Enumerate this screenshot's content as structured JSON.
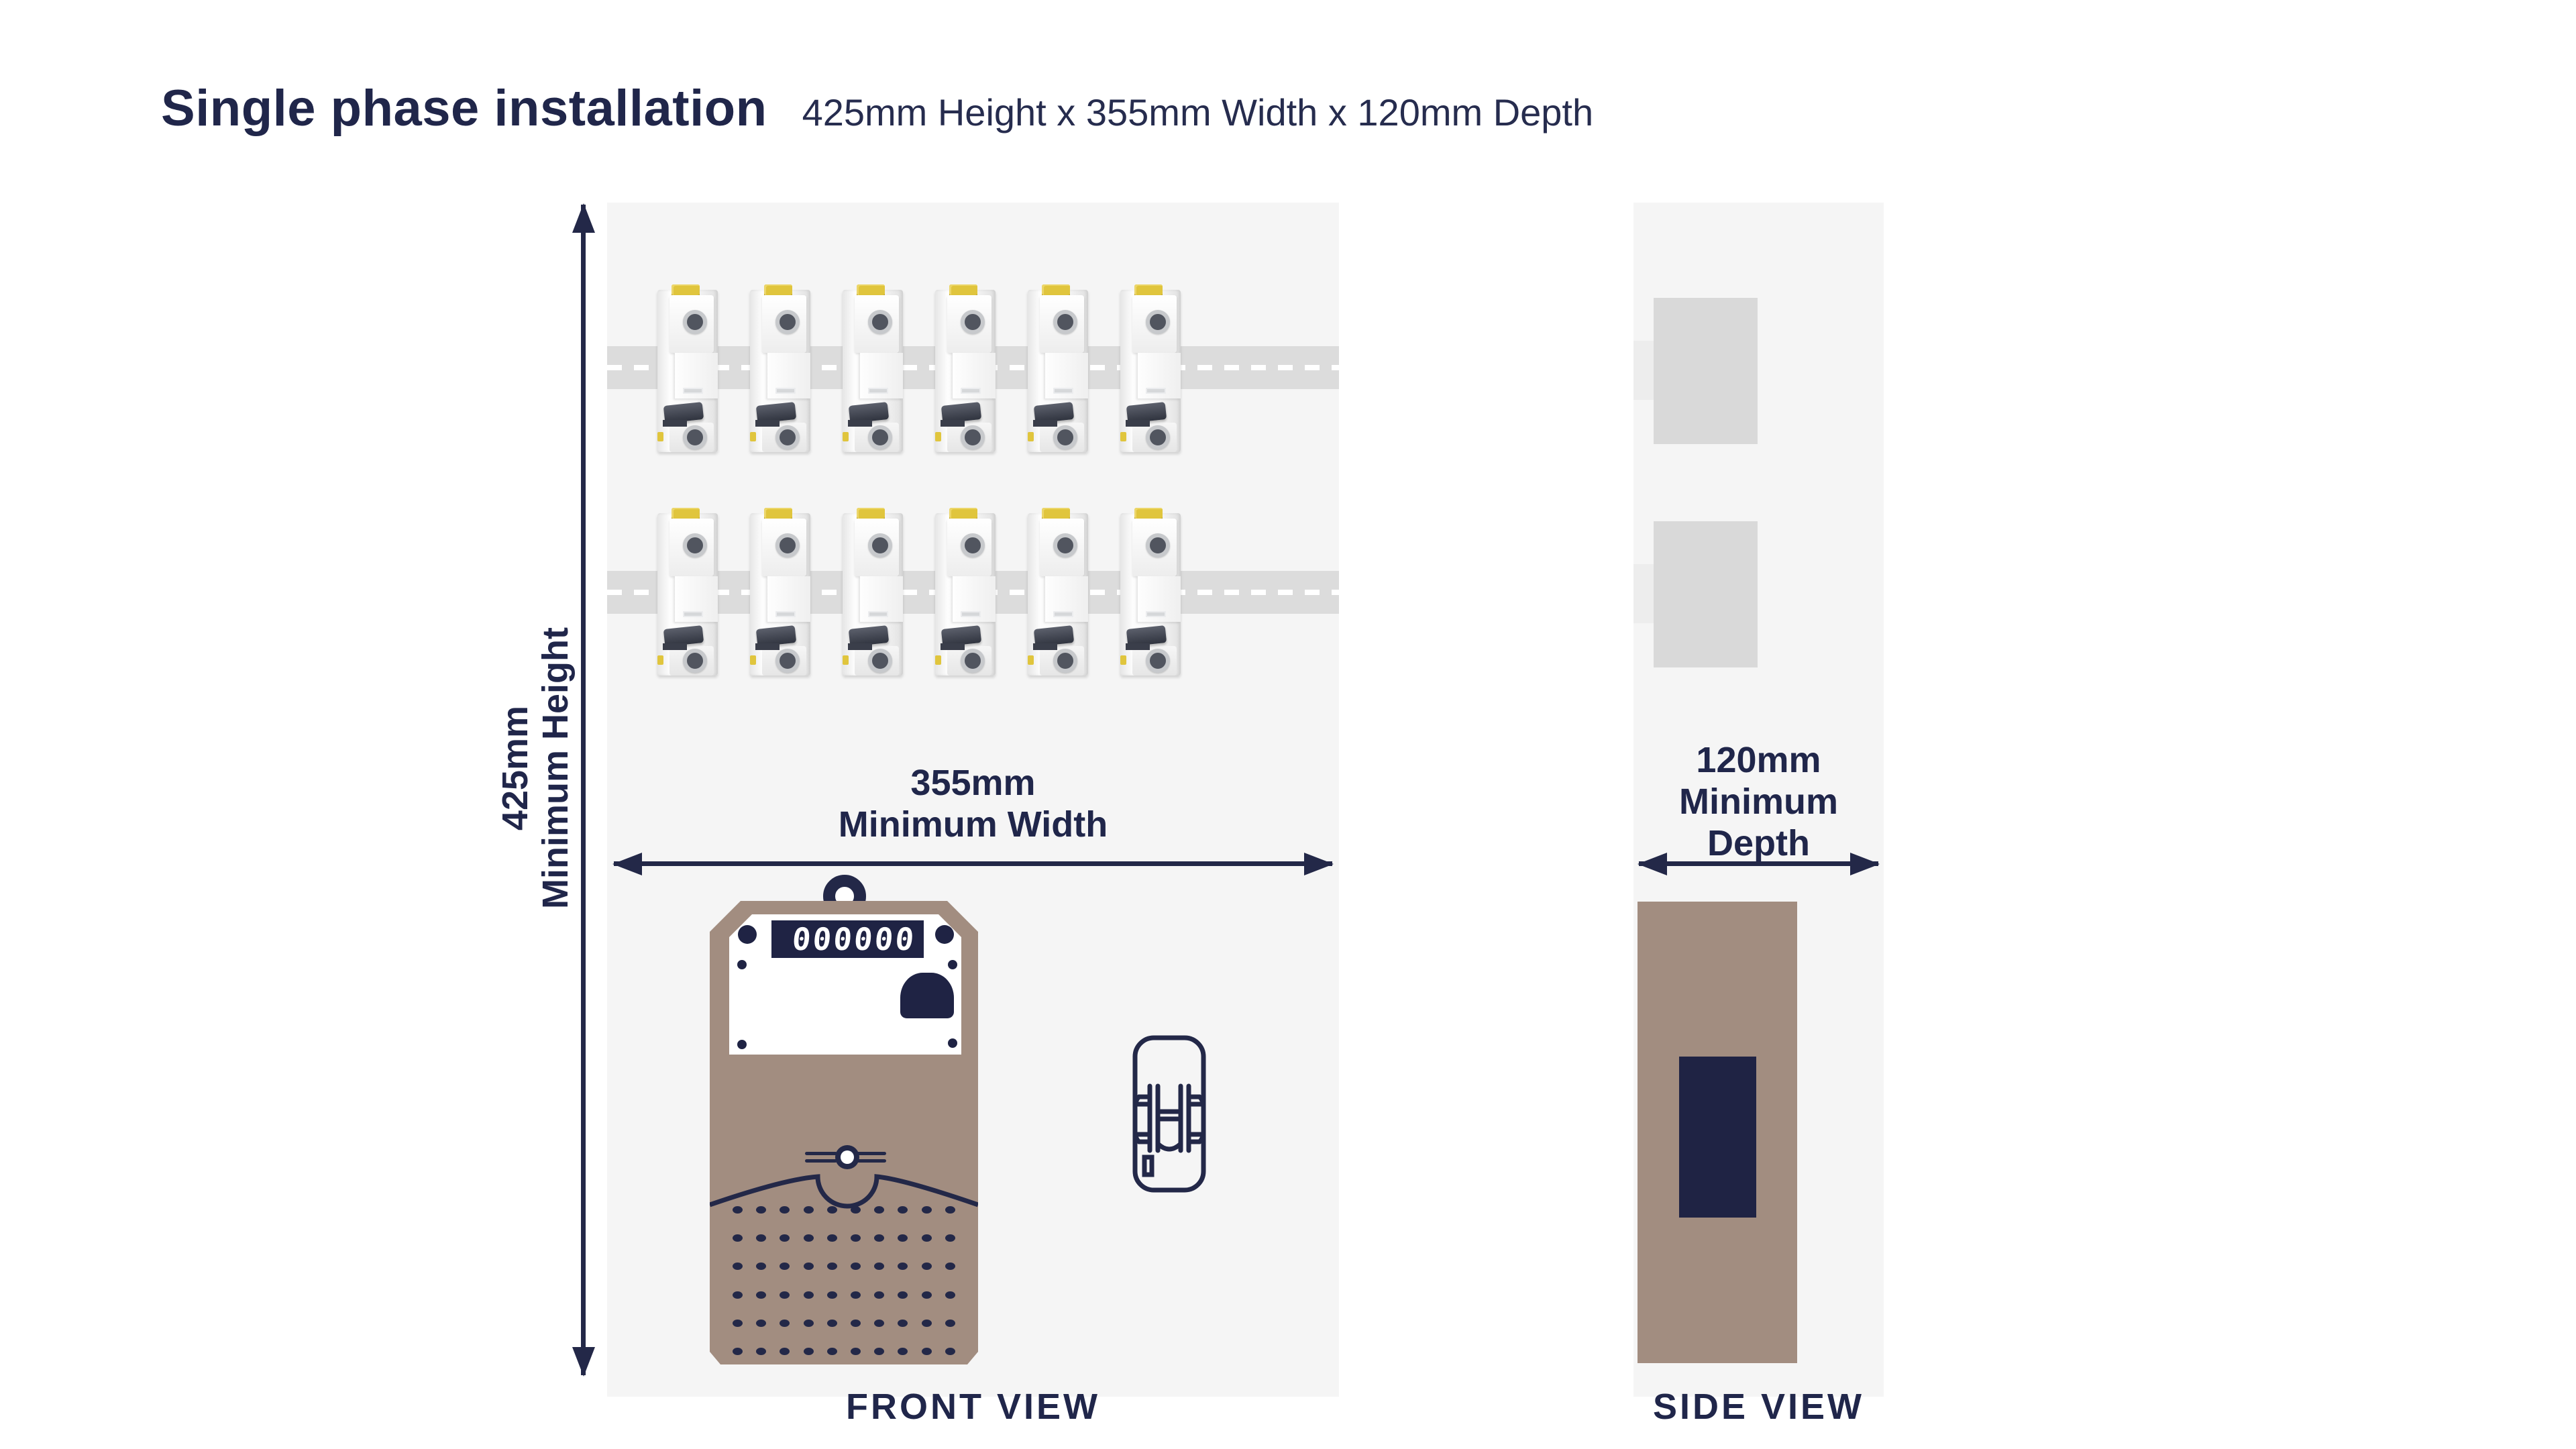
{
  "header": {
    "title": "Single phase installation",
    "subtitle": "425mm Height x 355mm Width x 120mm Depth"
  },
  "colors": {
    "navy": "#232848",
    "meter_taupe": "#a28d80",
    "panel_gray": "#f5f5f5",
    "rail_gray": "#dcdcdc",
    "side_block_gray": "#d9d9d9",
    "breaker_yellow": "#e0c53d",
    "white": "#ffffff"
  },
  "front_view": {
    "caption": "FRONT VIEW",
    "width_label": {
      "value": "355mm",
      "caption": "Minimum Width"
    },
    "height_label": {
      "value": "425mm",
      "caption": "Minimum Height"
    },
    "breakers": {
      "rows": 2,
      "per_row": 6
    },
    "meter": {
      "display": "000000",
      "vent_rows": 6,
      "vent_cols": 10
    }
  },
  "side_view": {
    "caption": "SIDE VIEW",
    "depth_label": {
      "value": "120mm",
      "caption_line1": "Minimum",
      "caption_line2": "Depth"
    }
  }
}
